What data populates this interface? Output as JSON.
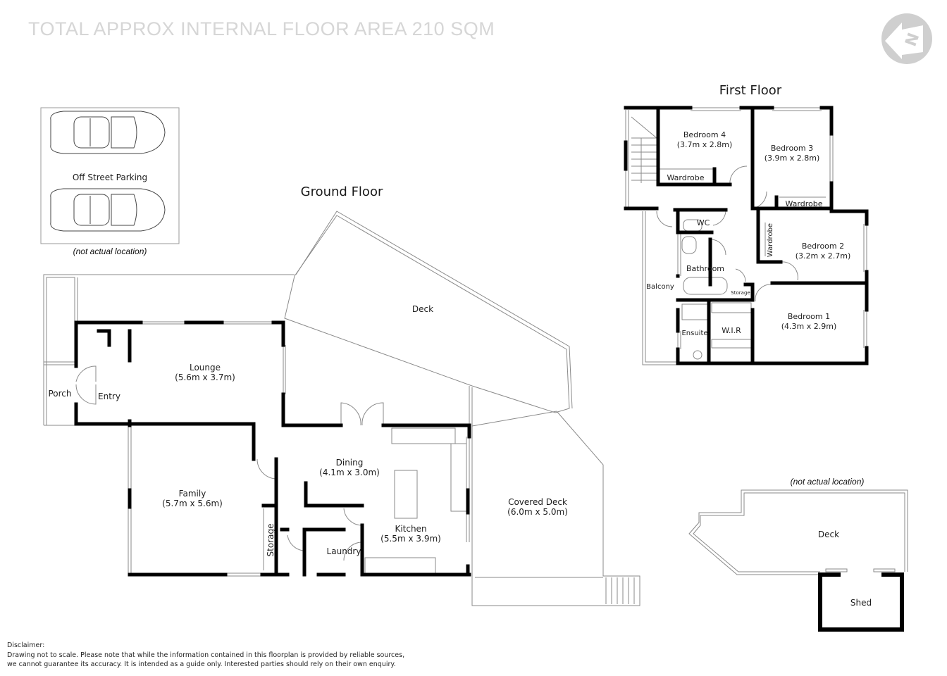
{
  "header": {
    "title": "TOTAL APPROX INTERNAL FLOOR AREA 210 SQM",
    "compass_icon": "north-arrow-icon",
    "compass_letter": "N"
  },
  "parking": {
    "label": "Off Street Parking",
    "note": "(not actual location)",
    "icon": "car-icon"
  },
  "ground_floor": {
    "title": "Ground Floor",
    "rooms": {
      "deck": {
        "name": "Deck"
      },
      "lounge": {
        "name": "Lounge",
        "size": "(5.6m x 3.7m)"
      },
      "porch": {
        "name": "Porch"
      },
      "entry": {
        "name": "Entry"
      },
      "family": {
        "name": "Family",
        "size": "(5.7m x 5.6m)"
      },
      "dining": {
        "name": "Dining",
        "size": "(4.1m x 3.0m)"
      },
      "kitchen": {
        "name": "Kitchen",
        "size": "(5.5m x 3.9m)"
      },
      "covered_deck": {
        "name": "Covered Deck",
        "size": "(6.0m x 5.0m)"
      },
      "storage": {
        "name": "Storage"
      },
      "laundry": {
        "name": "Laundry"
      }
    }
  },
  "first_floor": {
    "title": "First Floor",
    "rooms": {
      "bedroom4": {
        "name": "Bedroom 4",
        "size": "(3.7m x 2.8m)"
      },
      "bedroom3": {
        "name": "Bedroom 3",
        "size": "(3.9m x 2.8m)"
      },
      "wardrobe4": {
        "name": "Wardrobe"
      },
      "wardrobe3": {
        "name": "Wardrobe"
      },
      "wc": {
        "name": "WC"
      },
      "wardrobe2": {
        "name": "Wardrobe"
      },
      "bedroom2": {
        "name": "Bedroom 2",
        "size": "(3.2m x 2.7m)"
      },
      "bathroom": {
        "name": "Bathroom"
      },
      "balcony": {
        "name": "Balcony"
      },
      "storage": {
        "name": "Storage"
      },
      "ensuite": {
        "name": "Ensuite"
      },
      "wir": {
        "name": "W.I.R"
      },
      "bedroom1": {
        "name": "Bedroom 1",
        "size": "(4.3m x 2.9m)"
      }
    }
  },
  "outbuilding": {
    "note": "(not actual location)",
    "rooms": {
      "deck": {
        "name": "Deck"
      },
      "shed": {
        "name": "Shed"
      }
    }
  },
  "disclaimer": {
    "heading": "Disclaimer:",
    "line1": "Drawing not to scale. Please note that while the information contained in this floorplan is provided by reliable sources,",
    "line2": "we cannot guarantee its accuracy. It is intended as a guide only. Interested parties should rely on their own enquiry."
  },
  "colors": {
    "wall": "#000000",
    "outline": "#9a9a9a",
    "title_text": "#d6d6d6",
    "compass": "#cfcfcf"
  }
}
